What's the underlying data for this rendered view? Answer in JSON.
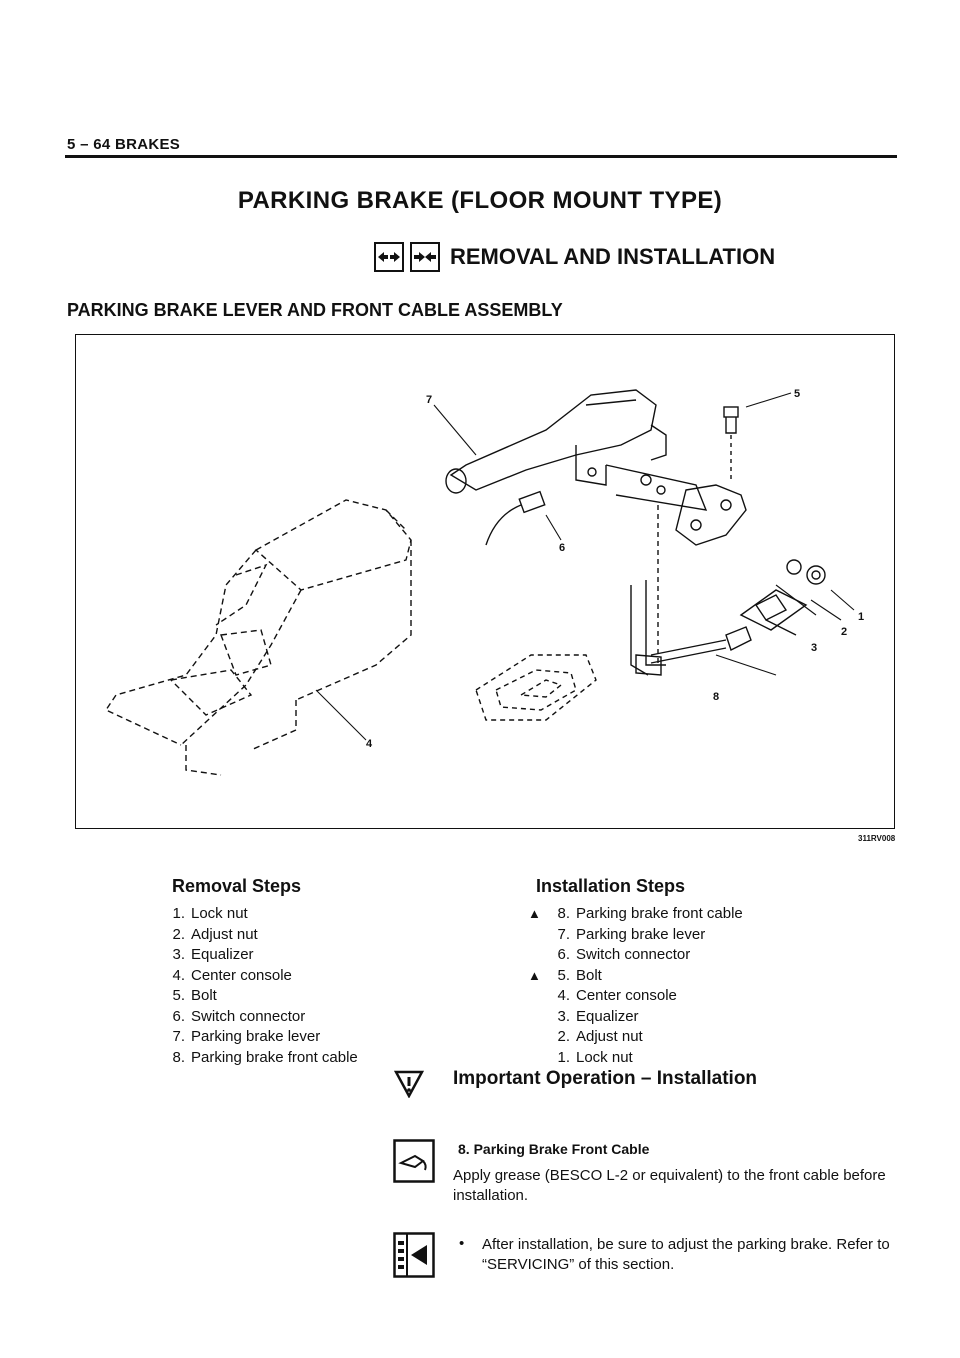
{
  "header": {
    "label": "5 – 64 BRAKES"
  },
  "page_title": "PARKING BRAKE (FLOOR MOUNT TYPE)",
  "section": {
    "title": "REMOVAL AND INSTALLATION"
  },
  "subheading": "PARKING BRAKE LEVER AND FRONT CABLE ASSEMBLY",
  "figure": {
    "code": "311RV008",
    "callouts": [
      "1",
      "2",
      "3",
      "4",
      "5",
      "6",
      "7",
      "8"
    ]
  },
  "removal": {
    "title": "Removal Steps",
    "steps": [
      {
        "num": "1.",
        "text": "Lock nut"
      },
      {
        "num": "2.",
        "text": "Adjust nut"
      },
      {
        "num": "3.",
        "text": "Equalizer"
      },
      {
        "num": "4.",
        "text": "Center console"
      },
      {
        "num": "5.",
        "text": "Bolt"
      },
      {
        "num": "6.",
        "text": "Switch connector"
      },
      {
        "num": "7.",
        "text": "Parking brake lever"
      },
      {
        "num": "8.",
        "text": "Parking brake front cable"
      }
    ]
  },
  "installation": {
    "title": "Installation Steps",
    "steps": [
      {
        "mark": "▲",
        "num": "8.",
        "text": "Parking brake front cable"
      },
      {
        "mark": "",
        "num": "7.",
        "text": "Parking brake lever"
      },
      {
        "mark": "",
        "num": "6.",
        "text": "Switch connector"
      },
      {
        "mark": "▲",
        "num": "5.",
        "text": "Bolt"
      },
      {
        "mark": "",
        "num": "4.",
        "text": "Center console"
      },
      {
        "mark": "",
        "num": "3.",
        "text": "Equalizer"
      },
      {
        "mark": "",
        "num": "2.",
        "text": "Adjust nut"
      },
      {
        "mark": "",
        "num": "1.",
        "text": "Lock nut"
      }
    ]
  },
  "important": {
    "title": "Important Operation – Installation",
    "note_heading": "8. Parking Brake Front Cable",
    "note_text": "Apply grease (BESCO L-2 or equivalent) to the front cable before installation.",
    "bullet_text": "After installation, be sure to adjust the parking brake. Refer to “SERVICING” of this section."
  },
  "icons": [
    "removal-icon",
    "installation-icon",
    "important-triangle-icon",
    "grease-icon",
    "adjust-icon"
  ]
}
